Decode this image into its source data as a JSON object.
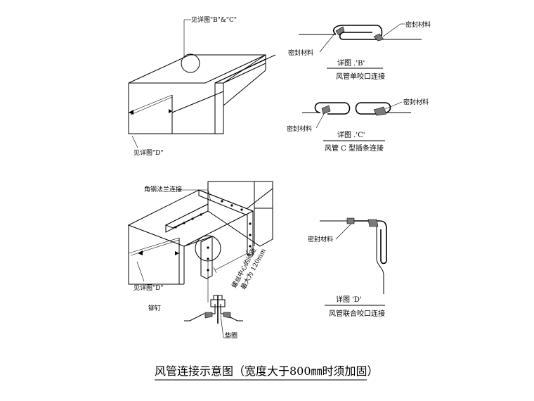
{
  "labels": {
    "see_b_c": "见详图\"B\"&\"C\"",
    "see_d_top": "见详图\"D\"",
    "seal_b_right": "密封材料",
    "seal_b_left": "密封材料",
    "detail_b_title": "详图  .'B'",
    "detail_b_caption": "风管单咬口连接",
    "seal_c_right": "密封材料",
    "seal_c_left": "密封材料",
    "detail_c_title": "详图  .'C'",
    "detail_c_caption": "风管 C 型插条连接",
    "angle_flange": "角钢法兰连接",
    "bolt_spacing_1": "螺丝中心的间距",
    "bolt_spacing_2": "最大为 120mm",
    "see_d_bottom": "见详图\"D\"",
    "rivet": "铆钉",
    "gasket": "垫圈",
    "seal_d": "密封材料",
    "detail_d_title": "详图   'D'",
    "detail_d_caption": "风管联合咬口连接"
  },
  "title": "风管连接示意图（宽度大于800㎜时须加固）"
}
